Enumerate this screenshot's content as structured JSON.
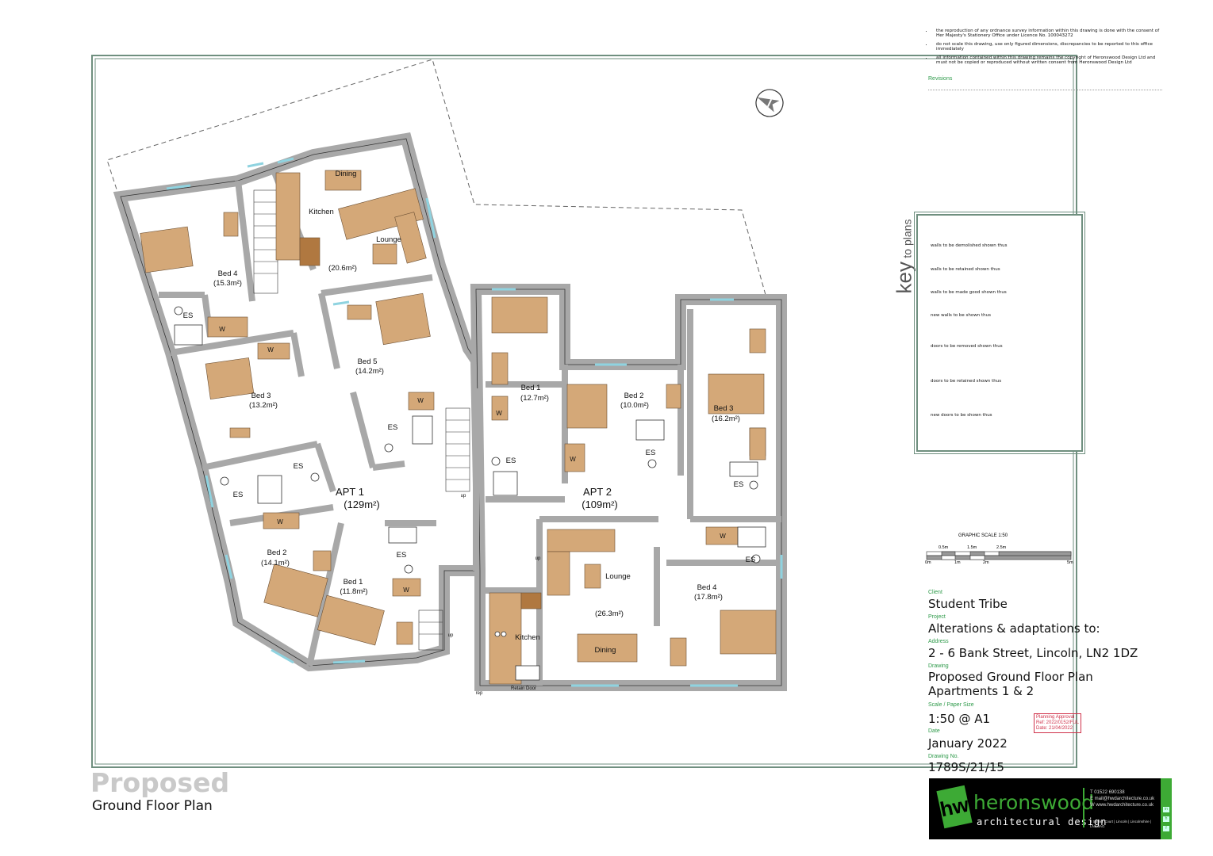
{
  "notes": [
    "the reproduction of any ordnance survey information within this drawing is done with the consent of Her Majesty's Stationery Office under Licence No. 100043272",
    "do not scale this drawing, use only figured dimensions, discrepancies to be reported to this office immediately",
    "all information contained within this drawing remains the copyright of Heronswood Design Ltd and must not be copied or reproduced without written consent from Heronswood Design Ltd"
  ],
  "revisions_label": "Revisions",
  "key": {
    "title_big": "key",
    "title_small": "to plans",
    "items": [
      "walls to be demolished shown thus",
      "walls to be retained shown thus",
      "walls to be made good shown thus",
      "new walls to be shown thus",
      "doors to be removed shown thus",
      "doors to be retained shown thus",
      "new doors to be shown thus"
    ]
  },
  "graphic_scale": {
    "title": "GRAPHIC SCALE  1:50",
    "top_labels": [
      "0.5m",
      "1.5m",
      "2.5m"
    ],
    "bottom_labels": [
      "0m",
      "1m",
      "2m",
      "5m"
    ]
  },
  "title_block": {
    "client_label": "Client",
    "client": "Student Tribe",
    "project_label": "Project",
    "project": "Alterations & adaptations to:",
    "address_label": "Address",
    "address": "2 - 6 Bank Street, Lincoln, LN2 1DZ",
    "drawing_label": "Drawing",
    "drawing_line1": "Proposed Ground Floor Plan",
    "drawing_line2": "Apartments 1 & 2",
    "scale_label": "Scale / Paper Size",
    "scale": "1:50 @ A1",
    "date_label": "Date",
    "date": "January 2022",
    "drawing_no_label": "Drawing No.",
    "drawing_no": "1789S/21/15"
  },
  "stamp": {
    "line1": "Planning Approval",
    "line2": "Ref: 2022/0152/FUL",
    "line3": "Date: 21/04/2022"
  },
  "logo": {
    "mark": "hw",
    "name": "heronswood",
    "tagline": "architectural design",
    "phone": "T  01522 690138",
    "email": "E  mail@hwdarchitecture.co.uk",
    "web": "W  www.hwdarchitecture.co.uk",
    "address": "2 Sadler Court | Lincoln | Lincolnshire | LN6 3AG",
    "brand_color": "#3daa35"
  },
  "sheet": {
    "ghost_title": "Proposed",
    "title": "Ground Floor Plan"
  },
  "plan": {
    "apt1": {
      "name": "APT 1",
      "area": "(129m²)"
    },
    "apt2": {
      "name": "APT 2",
      "area": "(109m²)"
    },
    "rooms": {
      "a1_dining": "Dining",
      "a1_kitchen": "Kitchen",
      "a1_lounge": "Lounge",
      "a1_living_area": "(20.6m²)",
      "a1_bed4": "Bed 4",
      "a1_bed4_area": "(15.3m²)",
      "a1_bed3": "Bed 3",
      "a1_bed3_area": "(13.2m²)",
      "a1_bed5": "Bed 5",
      "a1_bed5_area": "(14.2m²)",
      "a1_bed2": "Bed 2",
      "a1_bed2_area": "(14.1m²)",
      "a1_bed1": "Bed 1",
      "a1_bed1_area": "(11.8m²)",
      "a2_bed1": "Bed 1",
      "a2_bed1_area": "(12.7m²)",
      "a2_bed2": "Bed 2",
      "a2_bed2_area": "(10.0m²)",
      "a2_bed3": "Bed 3",
      "a2_bed3_area": "(16.2m²)",
      "a2_bed4": "Bed 4",
      "a2_bed4_area": "(17.8m²)",
      "a2_lounge": "Lounge",
      "a2_living_area": "(26.3m²)",
      "a2_kitchen": "Kitchen",
      "a2_dining": "Dining",
      "es": "ES",
      "w": "W",
      "up": "up",
      "retain_door": "Retain Door",
      "rep": "rep"
    }
  },
  "colors": {
    "wall": "#a8a8a8",
    "furniture": "#d4a878",
    "frame": "#6f8f7f",
    "window": "#8fd3e0"
  }
}
